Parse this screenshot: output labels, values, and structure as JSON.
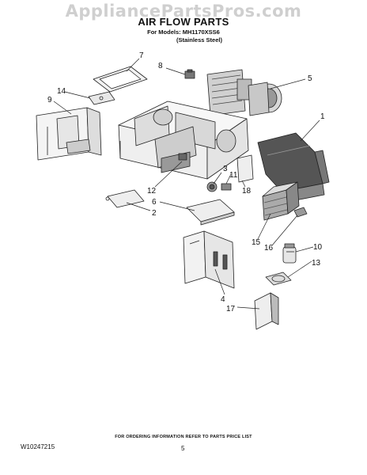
{
  "watermark": "AppliancePartsPros.com",
  "header": {
    "title": "AIR FLOW PARTS",
    "models": "For Models: MH1170XSS6",
    "finish": "(Stainless Steel)"
  },
  "callouts": {
    "c1": "1",
    "c2": "2",
    "c3": "3",
    "c4": "4",
    "c5": "5",
    "c6": "6",
    "c7": "7",
    "c8": "8",
    "c9": "9",
    "c10": "10",
    "c11": "11",
    "c12": "12",
    "c13": "13",
    "c14": "14",
    "c15": "15",
    "c16": "16",
    "c17": "17",
    "c18": "18"
  },
  "footer": {
    "note": "FOR ORDERING INFORMATION REFER TO PARTS PRICE LIST",
    "doc_number": "W10247215",
    "page_number": "5"
  }
}
